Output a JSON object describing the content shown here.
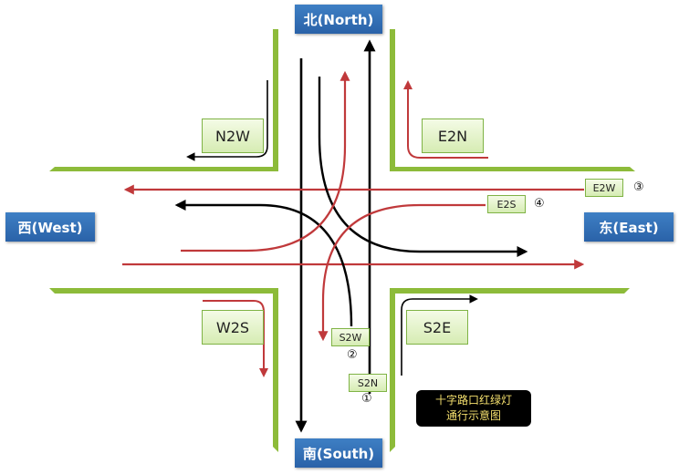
{
  "directions": {
    "north": "北(North)",
    "south": "南(South)",
    "west": "西(West)",
    "east": "东(East)"
  },
  "movements": {
    "n2w": "N2W",
    "e2n": "E2N",
    "w2s": "W2S",
    "s2e": "S2E",
    "e2w": "E2W",
    "e2s": "E2S",
    "s2w": "S2W",
    "s2n": "S2N"
  },
  "phase_numbers": {
    "p1": "①",
    "p2": "②",
    "p3": "③",
    "p4": "④"
  },
  "caption": {
    "line1": "十字路口红绿灯",
    "line2": "通行示意图"
  },
  "colors": {
    "curb_green": "#8dbb3a",
    "red_path": "#c0393b",
    "black_path": "#000000",
    "label_blue": "#2f6db5",
    "caption_text": "#f5e06e"
  }
}
